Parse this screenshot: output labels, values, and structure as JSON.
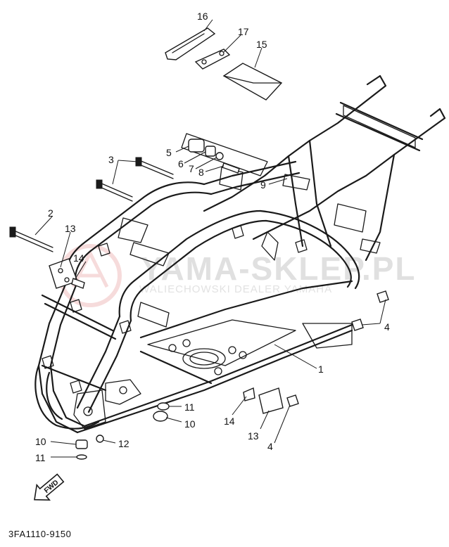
{
  "diagram": {
    "callouts": [
      "16",
      "17",
      "15",
      "5",
      "6",
      "7",
      "8",
      "3",
      "9",
      "2",
      "13",
      "14",
      "4",
      "1",
      "11",
      "10",
      "14",
      "13",
      "4",
      "10",
      "12",
      "11"
    ],
    "watermark": {
      "main": "YAMA-SKLEP.PL",
      "sub": "WALIECHOWSKI DEALER YAMAHA"
    },
    "fwd_label": "FWD",
    "part_code": "3FA1110-9150"
  }
}
